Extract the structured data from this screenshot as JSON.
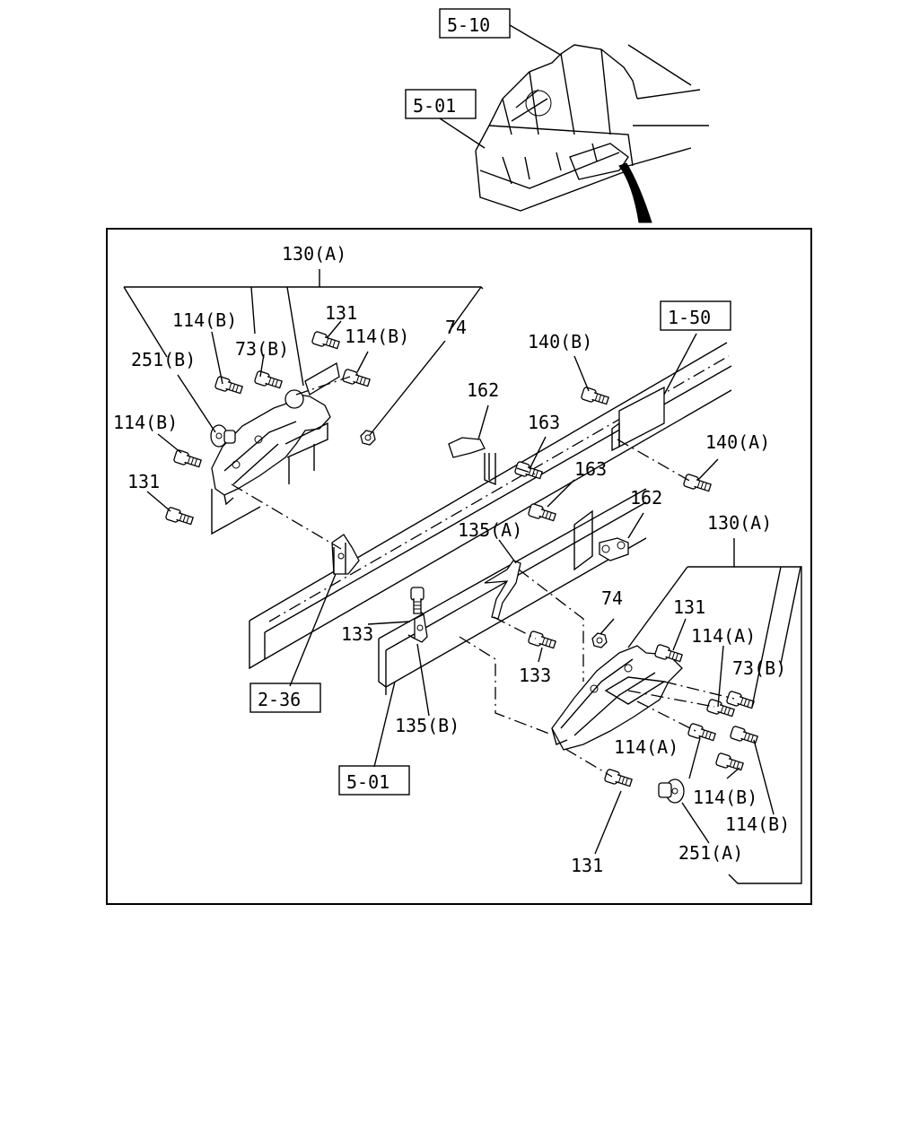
{
  "refs": {
    "top_5_10": "5-10",
    "top_5_01": "5-01",
    "ref_1_50": "1-50",
    "ref_2_36": "2-36",
    "ref_5_01_bottom": "5-01"
  },
  "callouts": {
    "c130a_top": "130(A)",
    "c114b_1": "114(B)",
    "c131_1": "131",
    "c114b_2": "114(B)",
    "c73b_1": "73(B)",
    "c74_1": "74",
    "c251b": "251(B)",
    "c114b_3": "114(B)",
    "c131_2": "131",
    "c162_1": "162",
    "c163_1": "163",
    "c140b": "140(B)",
    "c140a": "140(A)",
    "c163_2": "163",
    "c162_2": "162",
    "c135a": "135(A)",
    "c130a_right": "130(A)",
    "c74_2": "74",
    "c131_3": "131",
    "c114a_1": "114(A)",
    "c73b_2": "73(B)",
    "c133_1": "133",
    "c133_2": "133",
    "c135b": "135(B)",
    "c114a_2": "114(A)",
    "c114b_4": "114(B)",
    "c114b_5": "114(B)",
    "c131_4": "131",
    "c251a": "251(A)"
  }
}
